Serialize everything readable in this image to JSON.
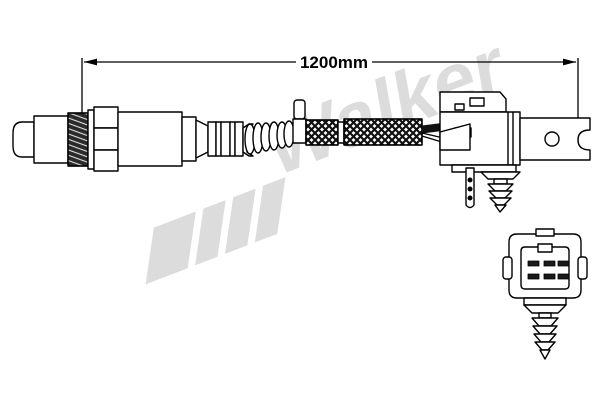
{
  "diagram": {
    "type": "technical-line-drawing",
    "subject": "oxygen-sensor",
    "background_color": "#ffffff",
    "line_color": "#000000"
  },
  "dimension": {
    "label": "1200mm",
    "value": 1200,
    "unit": "mm",
    "axis": "horizontal",
    "placement": "top",
    "arrow_style": "double-ended"
  },
  "watermark": {
    "text": "Walker",
    "color": "#dcdcdc",
    "style": "italic-bold-diagonal",
    "stripe_color": "#dcdcdc",
    "stripe_count": 4
  },
  "components": {
    "tip_label": "sensor-tip",
    "shield_label": "protection-shield",
    "thread_label": "threaded-section",
    "hex_label": "hex-nut",
    "body_label": "sensor-body",
    "collar_label": "ribbed-collar",
    "boot_label": "spring-boot",
    "vent_label": "vent-tube",
    "braid_short_label": "braid-sleeve-short",
    "braid_long_label": "braid-sleeve-long",
    "wire_label": "lead-wire",
    "connector_label": "main-connector",
    "strap_label": "retaining-strap",
    "clip_label": "fir-tree-clip"
  },
  "inset": {
    "label": "connector-face-view",
    "pin_count": 6,
    "pin_rows": 2,
    "pin_columns": 3,
    "has_fir_tree_clip": true
  },
  "fills": {
    "white": "#ffffff",
    "light_gray": "#e8e8e8",
    "mid_gray": "#c9c9c9",
    "dark": "#1a1a1a",
    "watermark_gray": "#dcdcdc"
  }
}
